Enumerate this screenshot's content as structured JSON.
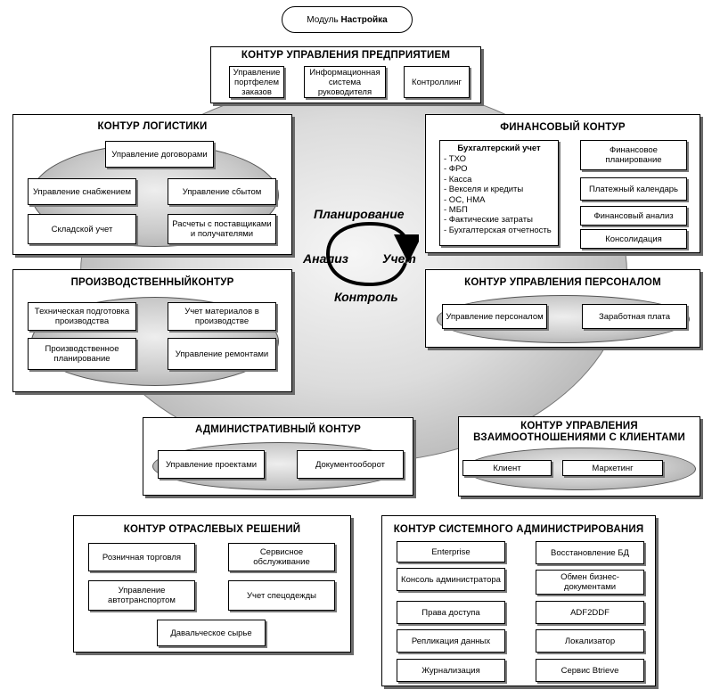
{
  "module": {
    "prefix": "Модуль",
    "name": "Настройка"
  },
  "enterprise": {
    "title": "КОНТУР УПРАВЛЕНИЯ ПРЕДПРИЯТИЕМ",
    "items": [
      "Управление портфелем заказов",
      "Информационная система руководителя",
      "Контроллинг"
    ]
  },
  "logistics": {
    "title": "КОНТУР ЛОГИСТИКИ",
    "items": [
      "Управление договорами",
      "Управление снабжением",
      "Управление сбытом",
      "Складской учет",
      "Расчеты с поставщиками и получателями"
    ]
  },
  "finance": {
    "title": "ФИНАНСОВЫЙ КОНТУР",
    "accounting_title": "Бухгалтерский учет",
    "accounting_items": [
      "- ТХО",
      "- ФРО",
      "- Касса",
      "- Векселя и кредиты",
      "- ОС, НМА",
      "- МБП",
      "- Фактические затраты",
      "- Бухгалтерская отчетность"
    ],
    "items": [
      "Финансовое планирование",
      "Платежный календарь",
      "Финансовый анализ",
      "Консолидация"
    ]
  },
  "cycle": {
    "planning": "Планирование",
    "analysis": "Анализ",
    "accounting": "Учет",
    "control": "Контроль"
  },
  "production": {
    "title": "ПРОИЗВОДСТВЕННЫЙКОНТУР",
    "items": [
      "Техническая подготовка производства",
      "Учет материалов в производстве",
      "Производственное планирование",
      "Управление ремонтами"
    ]
  },
  "personnel": {
    "title": "КОНТУР  УПРАВЛЕНИЯ ПЕРСОНАЛОМ",
    "items": [
      "Управление персоналом",
      "Заработная плата"
    ]
  },
  "admin": {
    "title": "АДМИНИСТРАТИВНЫЙ КОНТУР",
    "items": [
      "Управление проектами",
      "Документооборот"
    ]
  },
  "crm": {
    "title": "КОНТУР УПРАВЛЕНИЯ ВЗАИМООТНОШЕНИЯМИ С КЛИЕНТАМИ",
    "items": [
      "Клиент",
      "Маркетинг"
    ]
  },
  "industry": {
    "title": "КОНТУР ОТРАСЛЕВЫХ РЕШЕНИЙ",
    "items": [
      "Розничная торговля",
      "Сервисное обслуживание",
      "Управление автотранспортом",
      "Учет спецодежды",
      "Давальческое сырье"
    ]
  },
  "sysadmin": {
    "title": "КОНТУР СИСТЕМНОГО АДМИНИСТРИРОВАНИЯ",
    "items": [
      "Enterprise",
      "Восстановление БД",
      "Консоль администратора",
      "Обмен бизнес-документами",
      "Права доступа",
      "ADF2DDF",
      "Репликация данных",
      "Локализатор",
      "Журнализация",
      "Сервис Btrieve"
    ]
  }
}
